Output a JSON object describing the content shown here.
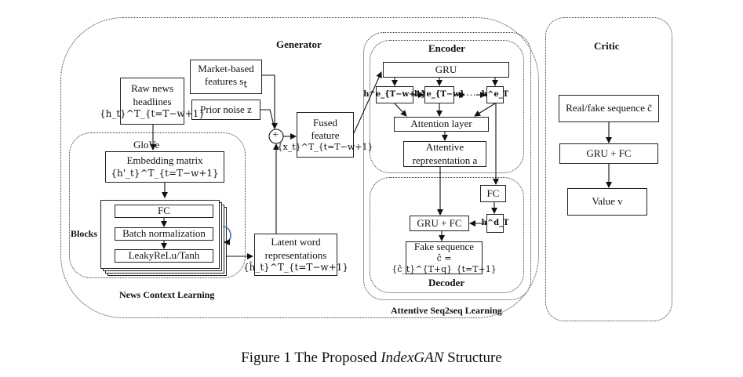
{
  "generator": {
    "title": "Generator",
    "market_features": "Market-based features s",
    "market_features_sub": "t",
    "prior_noise": "Prior noise z",
    "raw_news_l1": "Raw news",
    "raw_news_l2": "headlines",
    "raw_news_math": "{h_t}^T_{t=T−w+1}",
    "fused_l1": "Fused",
    "fused_l2": "feature",
    "fused_math": "{x_t}^T_{t=T−w+1}",
    "plus_symbol": "+"
  },
  "news_context": {
    "title": "News Context Learning",
    "glove": "GloVe",
    "embedding_l1": "Embedding matrix",
    "embedding_math": "{h'_t}^T_{t=T−w+1}",
    "fc": "FC",
    "batch_norm": "Batch normalization",
    "activation": "LeakyReLu/Tanh",
    "blocks": "Blocks",
    "latent_l1": "Latent word",
    "latent_l2": "representations",
    "latent_math": "{h̃_t}^T_{t=T−w+1}"
  },
  "seq2seq": {
    "title": "Attentive Seq2seq Learning",
    "encoder": "Encoder",
    "gru": "GRU",
    "h_first": "h^e_{T−w+1}",
    "h_second": "h^e_{T−w}",
    "h_last": "h^e_T",
    "ellipsis": "…",
    "attention_layer": "Attention layer",
    "attentive_l1": "Attentive",
    "attentive_l2": "representation a",
    "decoder": "Decoder",
    "fc": "FC",
    "h_decoder": "h^d_T",
    "gru_fc": "GRU + FC",
    "fake_l1": "Fake sequence",
    "fake_math": "ĉ = {ĉ_t}^{T+q}_{t=T+1}"
  },
  "critic": {
    "title": "Critic",
    "input": "Real/fake sequence c̃",
    "gru_fc": "GRU + FC",
    "value": "Value v"
  },
  "caption": {
    "prefix": "Figure 1 The Proposed ",
    "model": "IndexGAN",
    "suffix": " Structure"
  }
}
